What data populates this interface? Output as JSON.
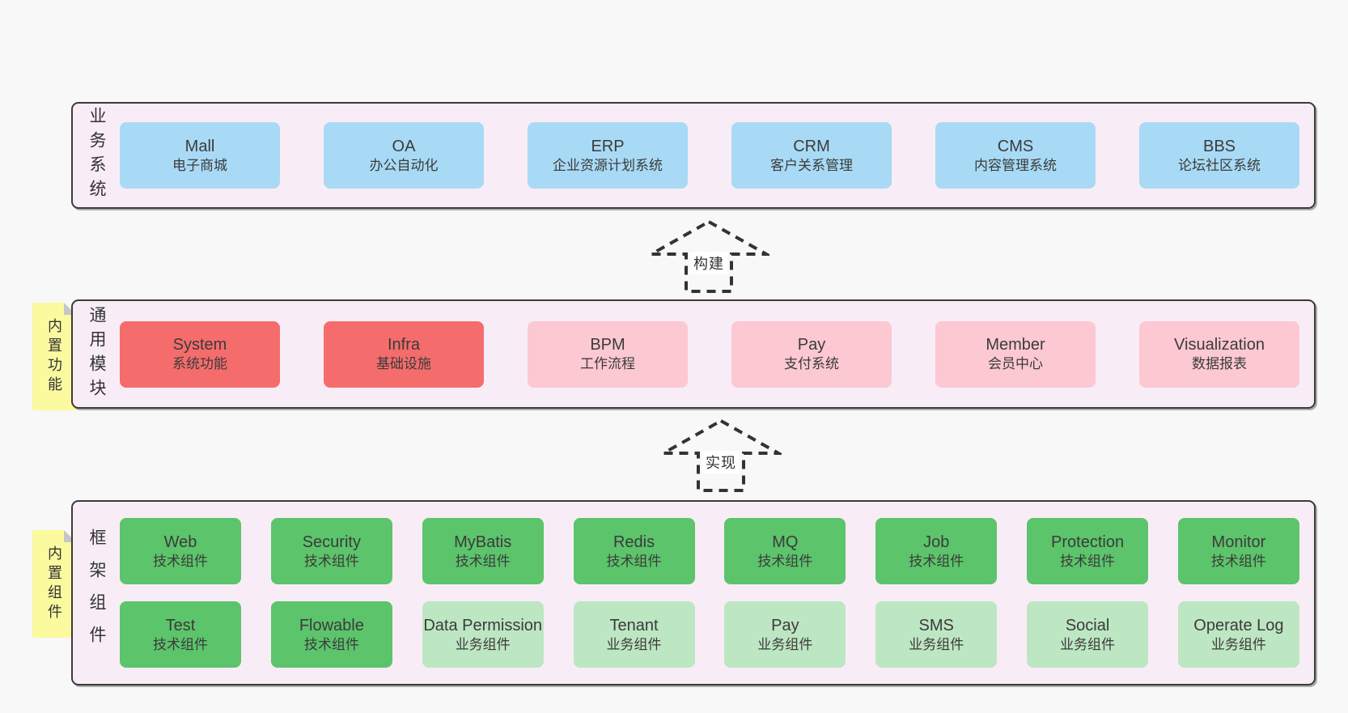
{
  "diagram": {
    "colors": {
      "page_bg": "#f8f8f8",
      "panel_bg": "#f8edf6",
      "panel_border": "#3b3b3b",
      "blue": "#a8daf5",
      "red": "#f56c6c",
      "pink": "#fcc8d2",
      "green": "#5cc46b",
      "lightgreen": "#bde6c3",
      "yellow_tag": "#fbfa9e",
      "text": "#3b3b3b"
    },
    "arrows": [
      {
        "label": "构建"
      },
      {
        "label": "实现"
      }
    ],
    "sections": [
      {
        "label": "业务系统",
        "rows": [
          [
            {
              "name": "Mall",
              "desc": "电子商城",
              "variant": "blue"
            },
            {
              "name": "OA",
              "desc": "办公自动化",
              "variant": "blue"
            },
            {
              "name": "ERP",
              "desc": "企业资源计划系统",
              "variant": "blue"
            },
            {
              "name": "CRM",
              "desc": "客户关系管理",
              "variant": "blue"
            },
            {
              "name": "CMS",
              "desc": "内容管理系统",
              "variant": "blue"
            },
            {
              "name": "BBS",
              "desc": "论坛社区系统",
              "variant": "blue"
            }
          ]
        ]
      },
      {
        "label": "通用模块",
        "tag": "内置功能",
        "rows": [
          [
            {
              "name": "System",
              "desc": "系统功能",
              "variant": "red"
            },
            {
              "name": "Infra",
              "desc": "基础设施",
              "variant": "red"
            },
            {
              "name": "BPM",
              "desc": "工作流程",
              "variant": "pink"
            },
            {
              "name": "Pay",
              "desc": "支付系统",
              "variant": "pink"
            },
            {
              "name": "Member",
              "desc": "会员中心",
              "variant": "pink"
            },
            {
              "name": "Visualization",
              "desc": "数据报表",
              "variant": "pink"
            }
          ]
        ]
      },
      {
        "label": "框架组件",
        "tag": "内置组件",
        "rows": [
          [
            {
              "name": "Web",
              "desc": "技术组件",
              "variant": "green"
            },
            {
              "name": "Security",
              "desc": "技术组件",
              "variant": "green"
            },
            {
              "name": "MyBatis",
              "desc": "技术组件",
              "variant": "green"
            },
            {
              "name": "Redis",
              "desc": "技术组件",
              "variant": "green"
            },
            {
              "name": "MQ",
              "desc": "技术组件",
              "variant": "green"
            },
            {
              "name": "Job",
              "desc": "技术组件",
              "variant": "green"
            },
            {
              "name": "Protection",
              "desc": "技术组件",
              "variant": "green"
            },
            {
              "name": "Monitor",
              "desc": "技术组件",
              "variant": "green"
            }
          ],
          [
            {
              "name": "Test",
              "desc": "技术组件",
              "variant": "green"
            },
            {
              "name": "Flowable",
              "desc": "技术组件",
              "variant": "green"
            },
            {
              "name": "Data Permission",
              "desc": "业务组件",
              "variant": "lightgreen"
            },
            {
              "name": "Tenant",
              "desc": "业务组件",
              "variant": "lightgreen"
            },
            {
              "name": "Pay",
              "desc": "业务组件",
              "variant": "lightgreen"
            },
            {
              "name": "SMS",
              "desc": "业务组件",
              "variant": "lightgreen"
            },
            {
              "name": "Social",
              "desc": "业务组件",
              "variant": "lightgreen"
            },
            {
              "name": "Operate Log",
              "desc": "业务组件",
              "variant": "lightgreen"
            }
          ]
        ]
      }
    ]
  }
}
